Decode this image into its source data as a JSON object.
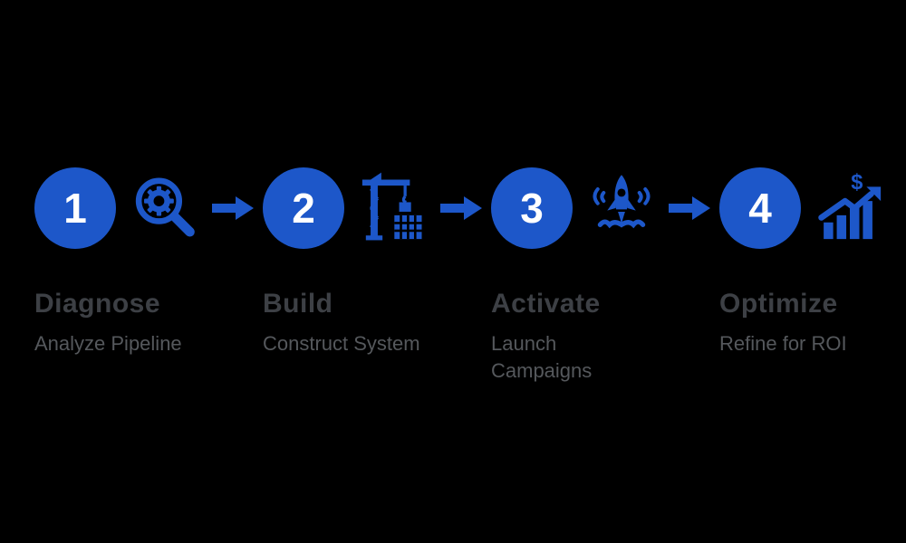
{
  "diagram_title": "4-step process flow",
  "colors": {
    "background": "#000000",
    "accent_blue": "#1d57c9",
    "step_number_text": "#ffffff",
    "title_text": "#3d4045",
    "subtitle_text": "#55585c"
  },
  "steps": [
    {
      "number": "1",
      "title": "Diagnose",
      "subtitle": "Analyze Pipeline",
      "icon": "gear-magnifier-icon"
    },
    {
      "number": "2",
      "title": "Build",
      "subtitle": "Construct System",
      "icon": "crane-icon"
    },
    {
      "number": "3",
      "title": "Activate",
      "subtitle": "Launch\nCampaigns",
      "icon": "rocket-icon"
    },
    {
      "number": "4",
      "title": "Optimize",
      "subtitle": "Refine for ROI",
      "icon": "growth-chart-icon"
    }
  ]
}
